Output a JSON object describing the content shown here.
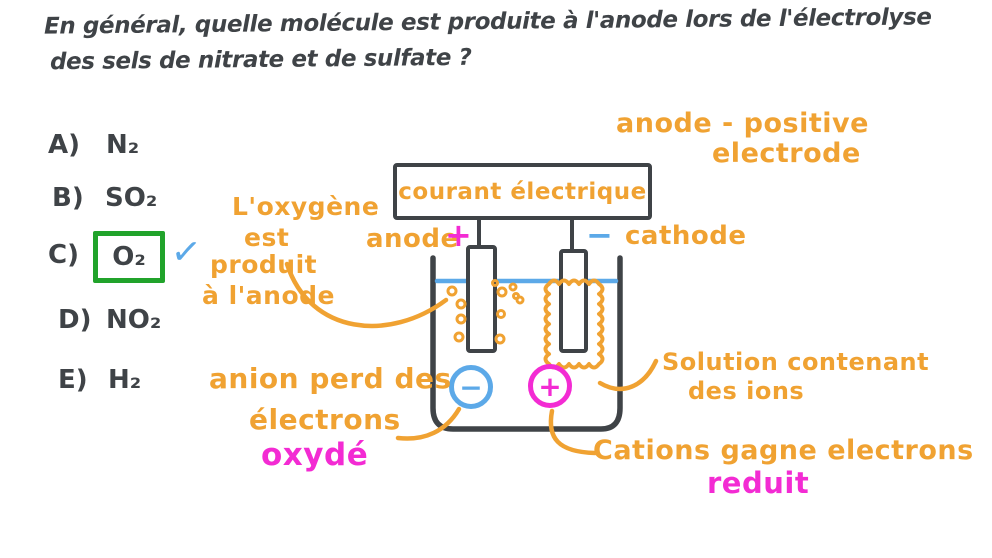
{
  "question": {
    "line1": "En général, quelle molécule est produite à l'anode lors de l'électrolyse",
    "line2": "des sels de nitrate et de sulfate ?"
  },
  "options": [
    {
      "letter": "A)",
      "formula": "N₂"
    },
    {
      "letter": "B)",
      "formula": "SO₂"
    },
    {
      "letter": "C)",
      "formula": "O₂",
      "correct": true,
      "check": "✓"
    },
    {
      "letter": "D)",
      "formula": "NO₂"
    },
    {
      "letter": "E)",
      "formula": "H₂"
    }
  ],
  "diagram": {
    "power_box_label": "courant électrique",
    "anode_label": "anode",
    "anode_sign": "+",
    "cathode_sign": "−",
    "cathode_label": "cathode",
    "anion_circle_sign": "−",
    "cation_circle_sign": "+"
  },
  "annotations": {
    "anode_positive_line1": "anode - positive",
    "anode_positive_line2": "electrode",
    "oxygen_line1": "L'oxygène",
    "oxygen_line2": "est",
    "oxygen_line3": "produit",
    "oxygen_line4": "à l'anode",
    "anion_line1": "anion perd des",
    "anion_line2": "électrons",
    "anion_line3": "oxydé",
    "solution_line1": "Solution contenant",
    "solution_line2": "des ions",
    "cations_line1": "Cations gagne electrons",
    "cations_line2": "reduit"
  },
  "colors": {
    "ink": "#3F4347",
    "orange": "#F0A232",
    "magenta": "#F32BD3",
    "blue": "#5CA9E8",
    "green": "#21A32B"
  }
}
